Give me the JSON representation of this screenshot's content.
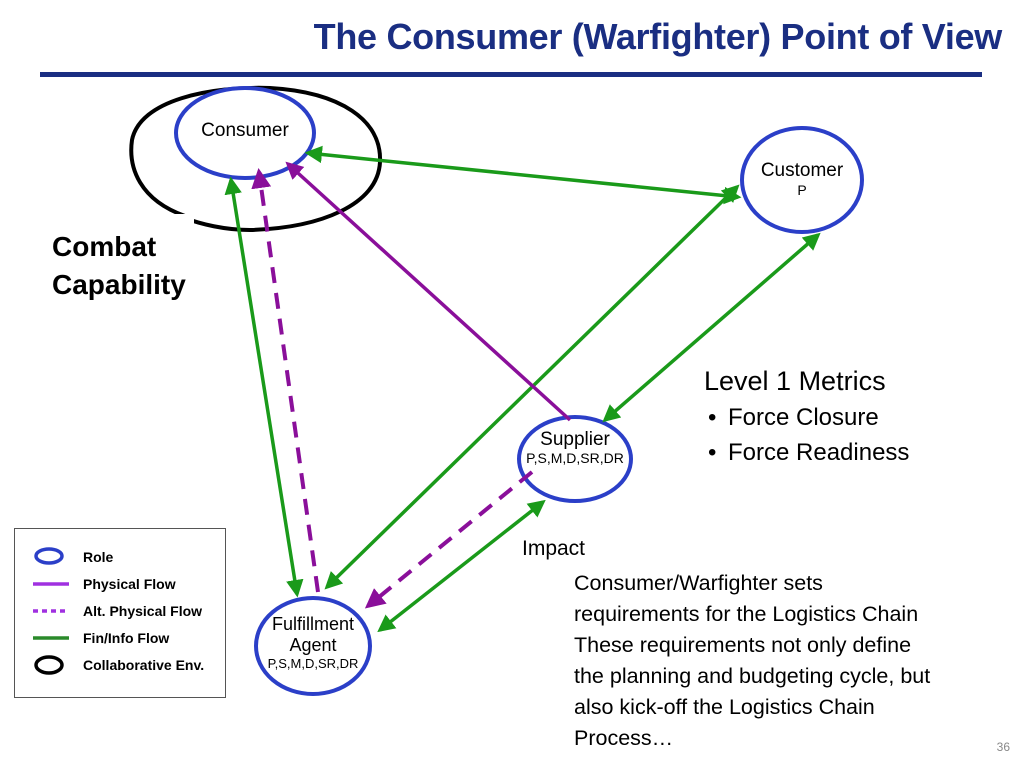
{
  "title": "The Consumer (Warfighter) Point of View",
  "nodes": {
    "consumer": {
      "label": "Consumer"
    },
    "customer": {
      "label": "Customer",
      "sub": "P"
    },
    "supplier": {
      "label": "Supplier",
      "sub": "P,S,M,D,SR,DR"
    },
    "fulfillment": {
      "label": "Fulfillment Agent",
      "line1": "Fulfillment",
      "line2": "Agent",
      "sub": "P,S,M,D,SR,DR"
    }
  },
  "combat_capability": {
    "line1": "Combat",
    "line2": "Capability"
  },
  "metrics": {
    "title": "Level 1 Metrics",
    "items": [
      "Force Closure",
      "Force Readiness"
    ]
  },
  "impact": {
    "title": "Impact",
    "lines": [
      "Consumer/Warfighter sets",
      "requirements for the Logistics Chain",
      "These requirements not only define",
      "the planning and budgeting cycle, but",
      "also kick-off the Logistics Chain",
      "Process…"
    ]
  },
  "legend": {
    "role": "Role",
    "physical": "Physical Flow",
    "alt_physical": "Alt. Physical Flow",
    "fin_info": "Fin/Info Flow",
    "collab": "Collaborative Env."
  },
  "page_number": "36",
  "colors": {
    "title": "#1a2e82",
    "role": "#2b3fc8",
    "physical": "#8a0f9a",
    "fin_info": "#1a9a1a",
    "collab": "#000000"
  }
}
